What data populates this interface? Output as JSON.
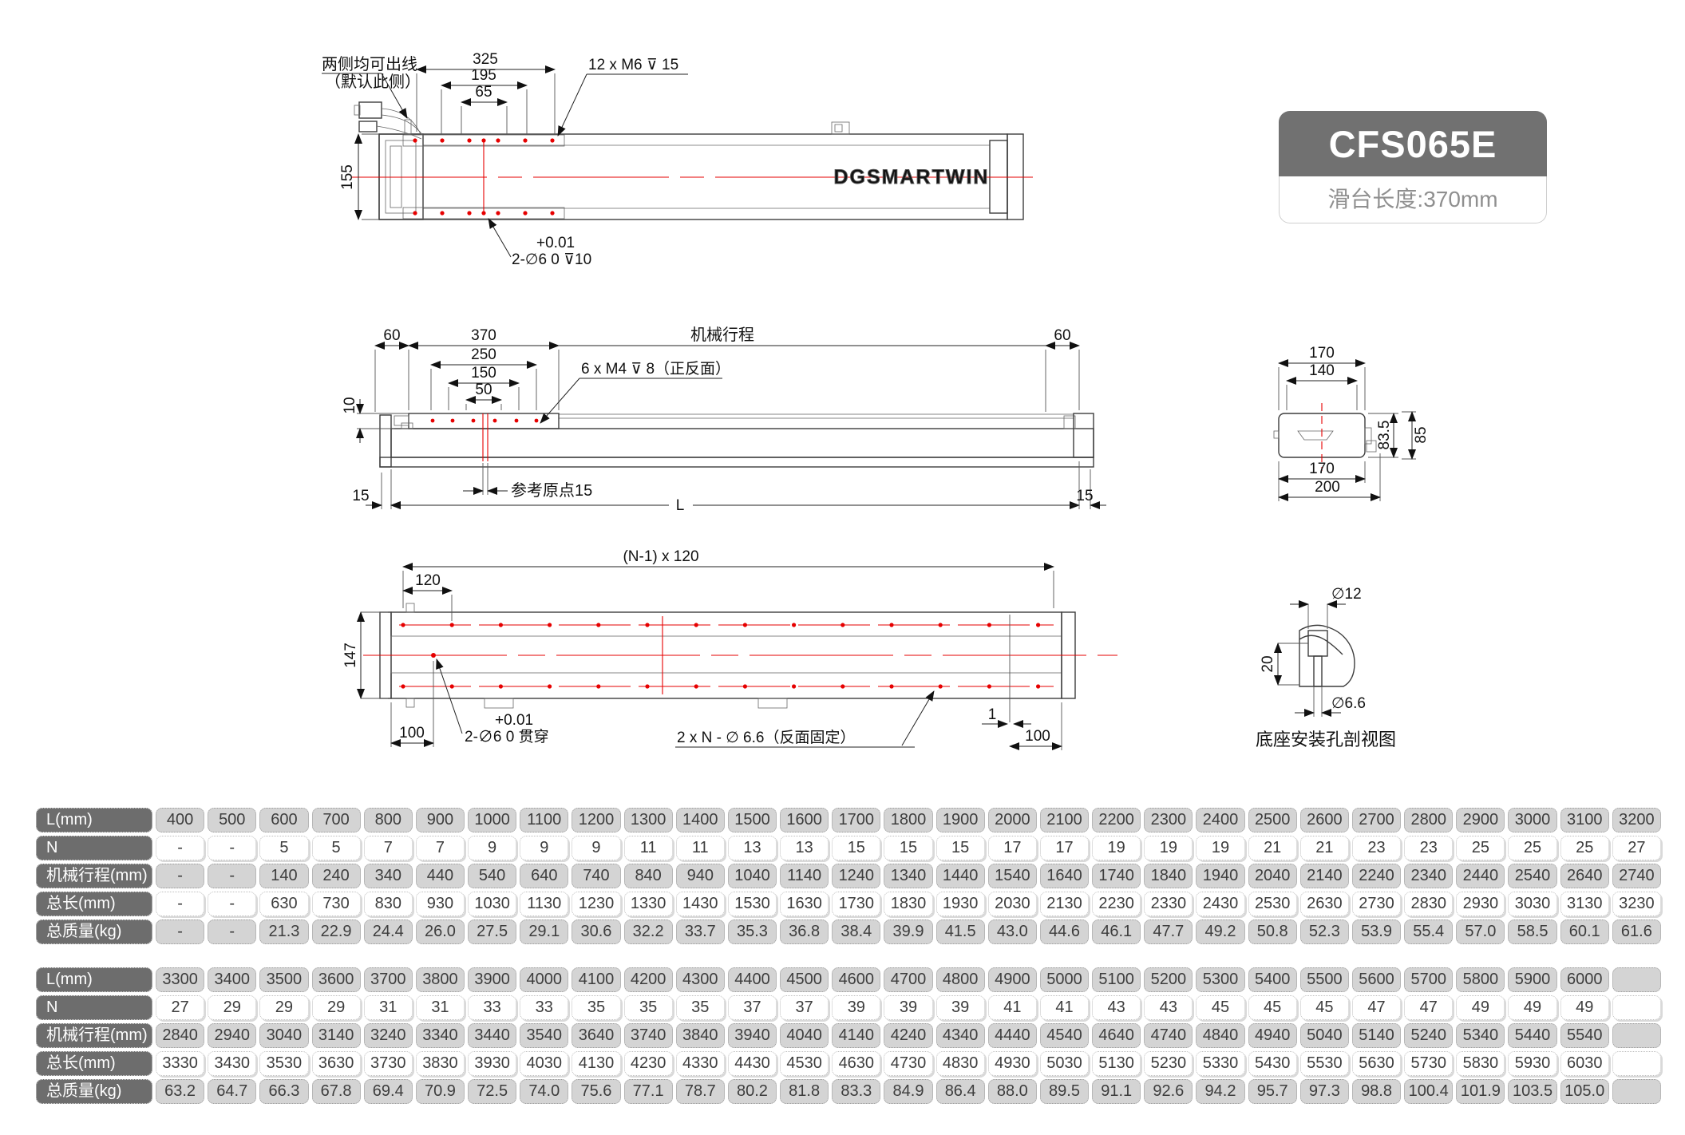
{
  "badge": {
    "model": "CFS065E",
    "subtitle": "滑台长度:370mm"
  },
  "top_view": {
    "note_line1": "两侧均可出线",
    "note_line2": "（默认此侧）",
    "dim_325": "325",
    "dim_195": "195",
    "dim_65": "65",
    "thread_label": "12 x M6 ⊽ 15",
    "dim_155": "155",
    "pin_tol": "+0.01",
    "pin_label": "2-∅6  0    ⊽10",
    "logo": "DGSMARTWIN"
  },
  "side_view": {
    "dim_60_left": "60",
    "dim_370": "370",
    "dim_250": "250",
    "dim_150": "150",
    "dim_50": "50",
    "dim_10": "10",
    "stroke_label": "机械行程",
    "dim_60_right": "60",
    "thread_label": "6 x M4 ⊽ 8（正反面）",
    "ref_label": "参考原点15",
    "dim_15_left": "15",
    "dim_L": "L",
    "dim_15_right": "15"
  },
  "bottom_view": {
    "pitch_label": "(N-1) x 120",
    "dim_120": "120",
    "dim_147": "147",
    "dim_100_left": "100",
    "pin_tol": "+0.01",
    "pin_label": "2-∅6  0     贯穿",
    "hole_label": "2 x N - ∅ 6.6（反面固定）",
    "dim_1": "1",
    "dim_100_right": "100"
  },
  "section_end": {
    "dim_170_top": "170",
    "dim_140": "140",
    "dim_83_5": "83.5",
    "dim_85": "85",
    "dim_170_bottom": "170",
    "dim_200": "200"
  },
  "section_base": {
    "dim_d12": "∅12",
    "dim_20": "20",
    "dim_d66": "∅6.6",
    "caption": "底座安装孔剖视图"
  },
  "tables": [
    {
      "rows": [
        {
          "label": "L(mm)",
          "values": [
            "400",
            "500",
            "600",
            "700",
            "800",
            "900",
            "1000",
            "1100",
            "1200",
            "1300",
            "1400",
            "1500",
            "1600",
            "1700",
            "1800",
            "1900",
            "2000",
            "2100",
            "2200",
            "2300",
            "2400",
            "2500",
            "2600",
            "2700",
            "2800",
            "2900",
            "3000",
            "3100",
            "3200"
          ]
        },
        {
          "label": "N",
          "values": [
            "-",
            "-",
            "5",
            "5",
            "7",
            "7",
            "9",
            "9",
            "9",
            "11",
            "11",
            "13",
            "13",
            "15",
            "15",
            "15",
            "17",
            "17",
            "19",
            "19",
            "19",
            "21",
            "21",
            "23",
            "23",
            "25",
            "25",
            "25",
            "27"
          ]
        },
        {
          "label": "机械行程(mm)",
          "values": [
            "-",
            "-",
            "140",
            "240",
            "340",
            "440",
            "540",
            "640",
            "740",
            "840",
            "940",
            "1040",
            "1140",
            "1240",
            "1340",
            "1440",
            "1540",
            "1640",
            "1740",
            "1840",
            "1940",
            "2040",
            "2140",
            "2240",
            "2340",
            "2440",
            "2540",
            "2640",
            "2740"
          ]
        },
        {
          "label": "总长(mm)",
          "values": [
            "-",
            "-",
            "630",
            "730",
            "830",
            "930",
            "1030",
            "1130",
            "1230",
            "1330",
            "1430",
            "1530",
            "1630",
            "1730",
            "1830",
            "1930",
            "2030",
            "2130",
            "2230",
            "2330",
            "2430",
            "2530",
            "2630",
            "2730",
            "2830",
            "2930",
            "3030",
            "3130",
            "3230"
          ]
        },
        {
          "label": "总质量(kg)",
          "values": [
            "-",
            "-",
            "21.3",
            "22.9",
            "24.4",
            "26.0",
            "27.5",
            "29.1",
            "30.6",
            "32.2",
            "33.7",
            "35.3",
            "36.8",
            "38.4",
            "39.9",
            "41.5",
            "43.0",
            "44.6",
            "46.1",
            "47.7",
            "49.2",
            "50.8",
            "52.3",
            "53.9",
            "55.4",
            "57.0",
            "58.5",
            "60.1",
            "61.6"
          ]
        }
      ]
    },
    {
      "rows": [
        {
          "label": "L(mm)",
          "values": [
            "3300",
            "3400",
            "3500",
            "3600",
            "3700",
            "3800",
            "3900",
            "4000",
            "4100",
            "4200",
            "4300",
            "4400",
            "4500",
            "4600",
            "4700",
            "4800",
            "4900",
            "5000",
            "5100",
            "5200",
            "5300",
            "5400",
            "5500",
            "5600",
            "5700",
            "5800",
            "5900",
            "6000",
            ""
          ]
        },
        {
          "label": "N",
          "values": [
            "27",
            "29",
            "29",
            "29",
            "31",
            "31",
            "33",
            "33",
            "35",
            "35",
            "35",
            "37",
            "37",
            "39",
            "39",
            "39",
            "41",
            "41",
            "43",
            "43",
            "45",
            "45",
            "45",
            "47",
            "47",
            "49",
            "49",
            "49",
            ""
          ]
        },
        {
          "label": "机械行程(mm)",
          "values": [
            "2840",
            "2940",
            "3040",
            "3140",
            "3240",
            "3340",
            "3440",
            "3540",
            "3640",
            "3740",
            "3840",
            "3940",
            "4040",
            "4140",
            "4240",
            "4340",
            "4440",
            "4540",
            "4640",
            "4740",
            "4840",
            "4940",
            "5040",
            "5140",
            "5240",
            "5340",
            "5440",
            "5540",
            ""
          ]
        },
        {
          "label": "总长(mm)",
          "values": [
            "3330",
            "3430",
            "3530",
            "3630",
            "3730",
            "3830",
            "3930",
            "4030",
            "4130",
            "4230",
            "4330",
            "4430",
            "4530",
            "4630",
            "4730",
            "4830",
            "4930",
            "5030",
            "5130",
            "5230",
            "5330",
            "5430",
            "5530",
            "5630",
            "5730",
            "5830",
            "5930",
            "6030",
            ""
          ]
        },
        {
          "label": "总质量(kg)",
          "values": [
            "63.2",
            "64.7",
            "66.3",
            "67.8",
            "69.4",
            "70.9",
            "72.5",
            "74.0",
            "75.6",
            "77.1",
            "78.7",
            "80.2",
            "81.8",
            "83.3",
            "84.9",
            "86.4",
            "88.0",
            "89.5",
            "91.1",
            "92.6",
            "94.2",
            "95.7",
            "97.3",
            "98.8",
            "100.4",
            "101.9",
            "103.5",
            "105.0",
            ""
          ]
        }
      ]
    }
  ]
}
